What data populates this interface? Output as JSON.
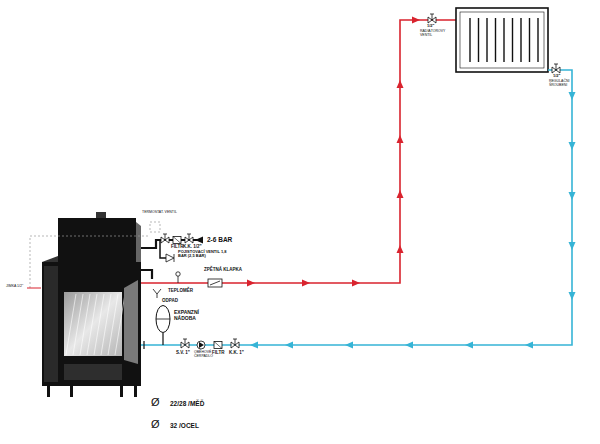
{
  "diagram": {
    "nodes": [
      {
        "text": [
          "EXPANZNÍ NÁDOBA"
        ]
      }
    ],
    "labels": [
      "2-6 BAR",
      "FILTR",
      "K.K. 1/2\"",
      "TERMOSTAT. VENTIL",
      "POJISTOVACÍ VENTIL 1,8 BAR (2,5 BAR)",
      "ZPĚTNÁ KLAPKA",
      "TEPLOMĚR",
      "ODPAD",
      "S.V. 1\"",
      "OBĚHOVÉ ČERPADLO",
      "FILTR",
      "K.K. 1\"",
      "1/2\"",
      "RADIÁTOROVÝ VENTIL",
      "1/2\"",
      "REGULAČNÍ ŠROUBENÍ",
      "JÍMKA 1/2\"",
      "Ø",
      "22/28 /MĚĎ",
      "Ø",
      "32 /OCEL"
    ]
  }
}
